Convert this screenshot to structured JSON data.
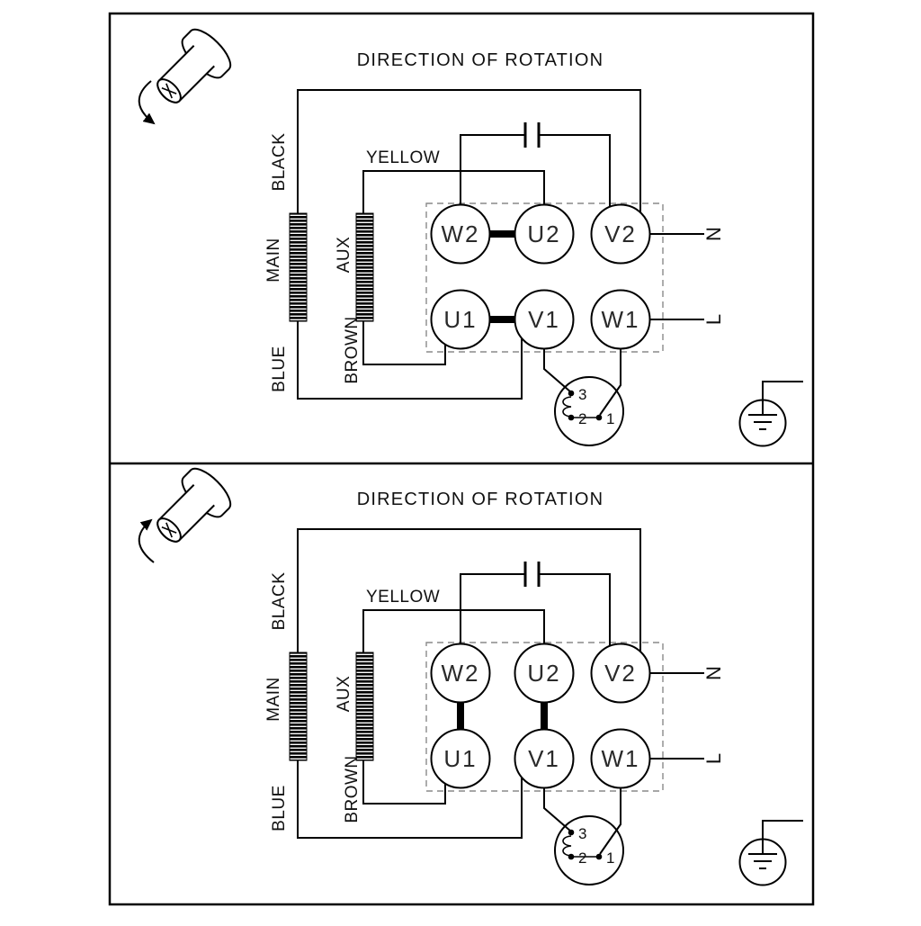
{
  "panels": [
    {
      "title": "DIRECTION OF ROTATION",
      "rotation_direction": "clockwise",
      "wire_labels": {
        "black": "BLACK",
        "main": "MAIN",
        "blue": "BLUE",
        "aux": "AUX",
        "brown": "BROWN",
        "yellow": "YELLOW"
      },
      "terminals": {
        "w2": "W2",
        "u2": "U2",
        "v2": "V2",
        "u1": "U1",
        "v1": "V1",
        "w1": "W1"
      },
      "supply": {
        "neutral": "N",
        "line": "L"
      },
      "thermal_switch": {
        "contact_3": "3",
        "contact_2": "2",
        "contact_1": "1"
      },
      "bridge_links": [
        "W2-U2",
        "U1-V1"
      ]
    },
    {
      "title": "DIRECTION OF ROTATION",
      "rotation_direction": "counter-clockwise",
      "wire_labels": {
        "black": "BLACK",
        "main": "MAIN",
        "blue": "BLUE",
        "aux": "AUX",
        "brown": "BROWN",
        "yellow": "YELLOW"
      },
      "terminals": {
        "w2": "W2",
        "u2": "U2",
        "v2": "V2",
        "u1": "U1",
        "v1": "V1",
        "w1": "W1"
      },
      "supply": {
        "neutral": "N",
        "line": "L"
      },
      "thermal_switch": {
        "contact_3": "3",
        "contact_2": "2",
        "contact_1": "1"
      },
      "bridge_links": [
        "W2-U1",
        "U2-V1"
      ]
    }
  ],
  "colors": {
    "line": "#000000",
    "background": "#ffffff",
    "terminal_box_dash": "#8a8a8a"
  }
}
